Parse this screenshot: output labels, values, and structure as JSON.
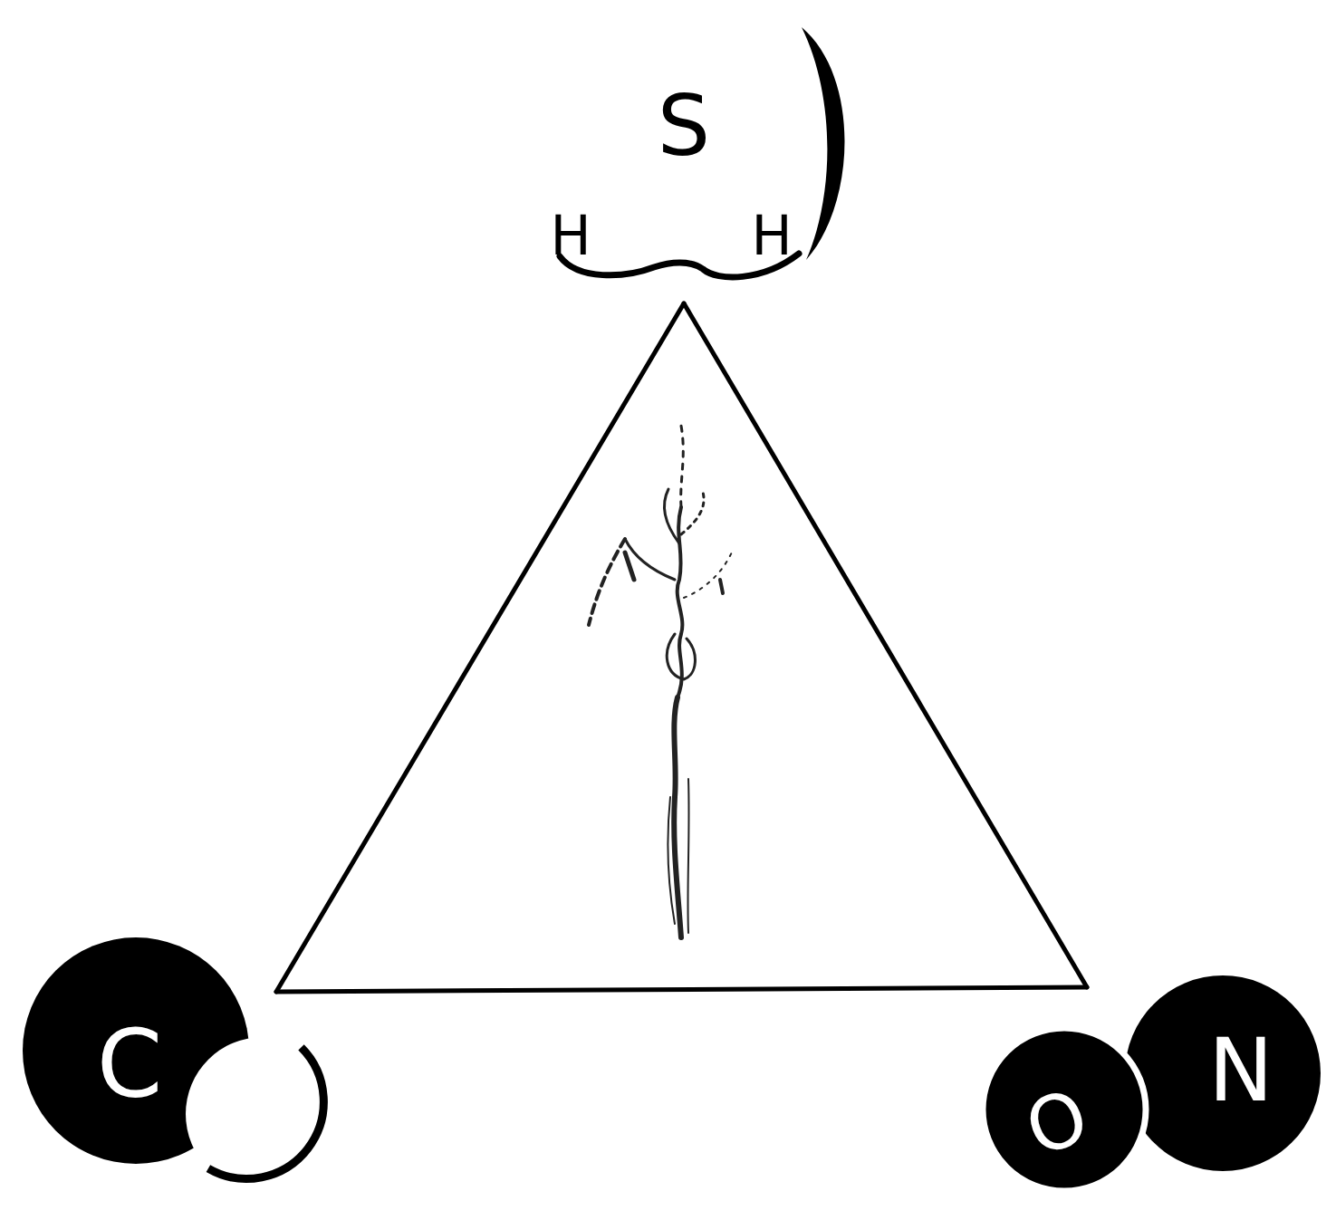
{
  "diagram": {
    "nodes": [
      {
        "text": [
          "S",
          "H",
          "H"
        ]
      },
      {
        "text": [
          "C"
        ]
      },
      {
        "text": [
          "O",
          "N"
        ]
      }
    ],
    "edges": [
      {
        "from": 0,
        "to": 1,
        "arrow": "none"
      },
      {
        "from": 0,
        "to": 2,
        "arrow": "none"
      },
      {
        "from": 1,
        "to": 2,
        "arrow": "none"
      }
    ]
  }
}
